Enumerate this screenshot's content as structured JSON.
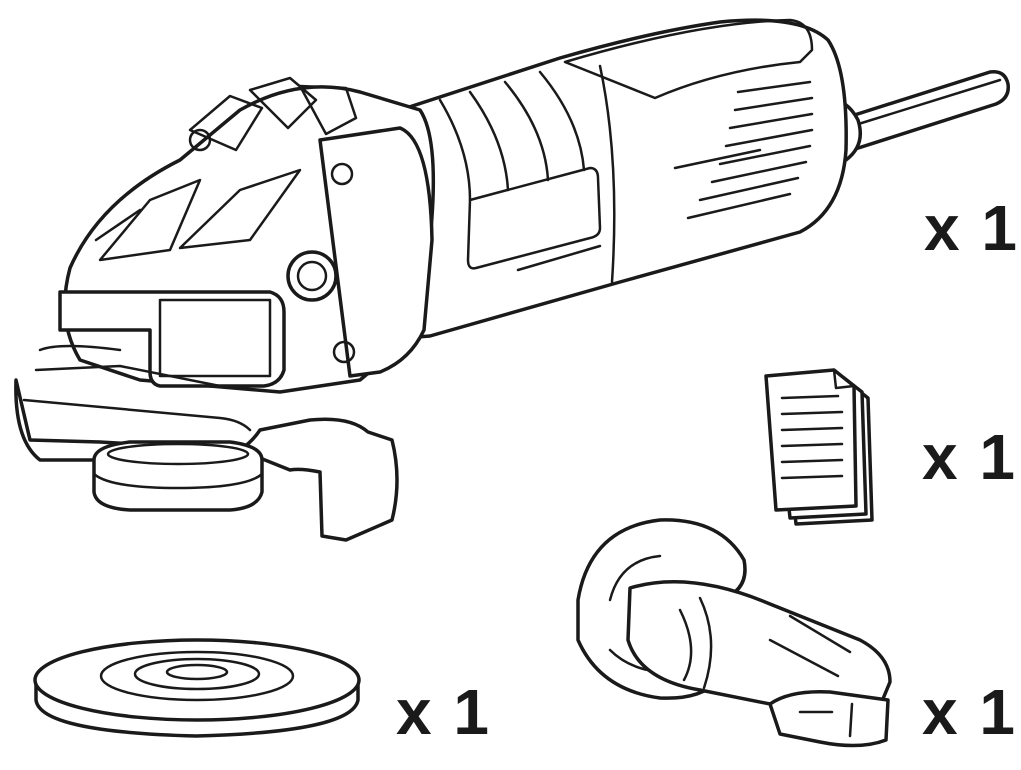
{
  "items": [
    {
      "id": "angle-grinder",
      "icon": "angle-grinder-icon",
      "quantity": "x 1"
    },
    {
      "id": "instruction-manual",
      "icon": "instruction-manual-icon",
      "quantity": "x 1"
    },
    {
      "id": "grinding-disc",
      "icon": "grinding-disc-icon",
      "quantity": "x 1"
    },
    {
      "id": "side-handle",
      "icon": "side-handle-icon",
      "quantity": "x 1"
    }
  ],
  "colors": {
    "line": "#1a1a1a",
    "background": "#ffffff"
  }
}
